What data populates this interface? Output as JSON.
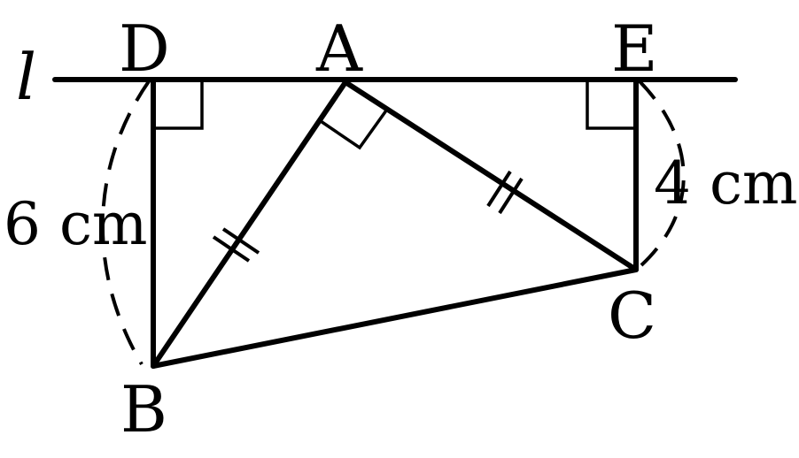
{
  "diagram": {
    "line_label": "l",
    "points": {
      "D": "D",
      "A": "A",
      "E": "E",
      "B": "B",
      "C": "C"
    },
    "measurements": {
      "BD": "6 cm",
      "CE": "4 cm"
    },
    "annotations": {
      "right_angles": [
        "D",
        "A",
        "E"
      ],
      "equal_segments": [
        "AB",
        "AC"
      ]
    }
  }
}
